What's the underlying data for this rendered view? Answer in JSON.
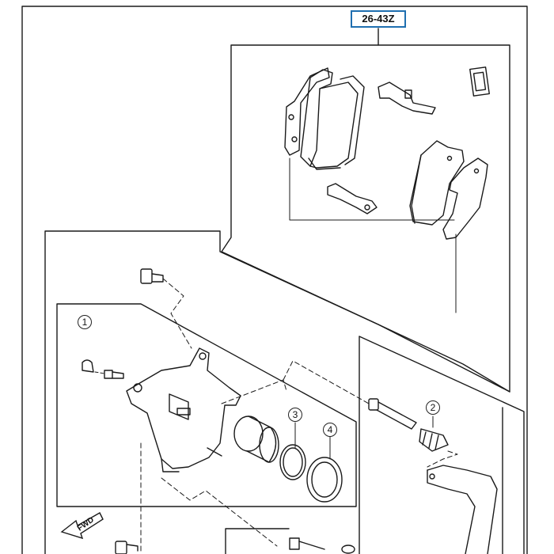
{
  "diagram": {
    "part_number": "26-43Z",
    "callouts": [
      {
        "id": "c1",
        "text": "1"
      },
      {
        "id": "c2",
        "text": "2"
      },
      {
        "id": "c3",
        "text": "3"
      },
      {
        "id": "c4",
        "text": "4"
      }
    ],
    "direction_arrow": "FWD"
  },
  "colors": {
    "line": "#1a1a1a",
    "highlight_box": "#1f6fb0",
    "background": "#ffffff"
  }
}
